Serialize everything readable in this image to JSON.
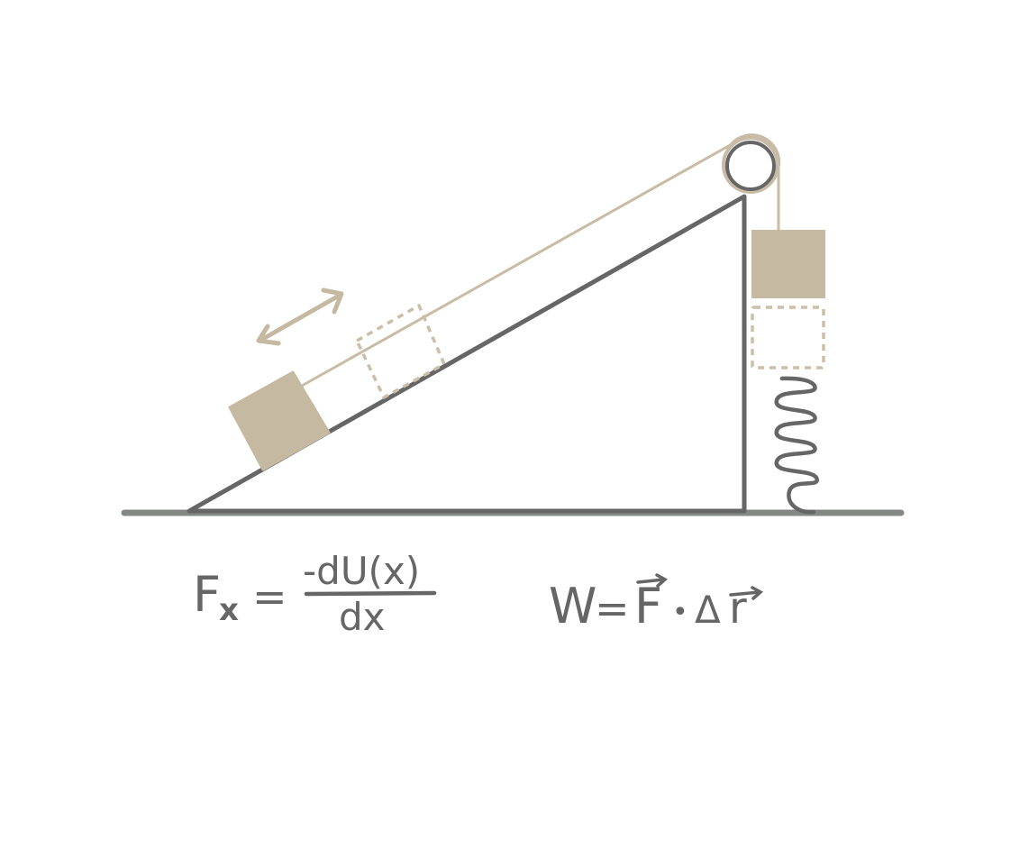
{
  "colors": {
    "ink": "#666666",
    "ground": "#6f7470",
    "tan": "#c5b9a2",
    "tan_dashed": "#cbbfa9",
    "rope": "#c9bca6",
    "background": "#ffffff"
  },
  "diagram": {
    "elements": [
      "incline",
      "pulley",
      "rope",
      "block-on-incline",
      "hanging-block",
      "spring",
      "ground",
      "motion-arrow"
    ]
  },
  "equations": {
    "force": {
      "lhs_symbol": "F",
      "lhs_subscript": "x",
      "equals": "=",
      "numerator": "-dU(x)",
      "denominator": "dx"
    },
    "work": {
      "lhs": "W",
      "equals": "=",
      "vec_f": "F",
      "dot": "•",
      "delta": "Δ",
      "vec_r": "r"
    }
  }
}
